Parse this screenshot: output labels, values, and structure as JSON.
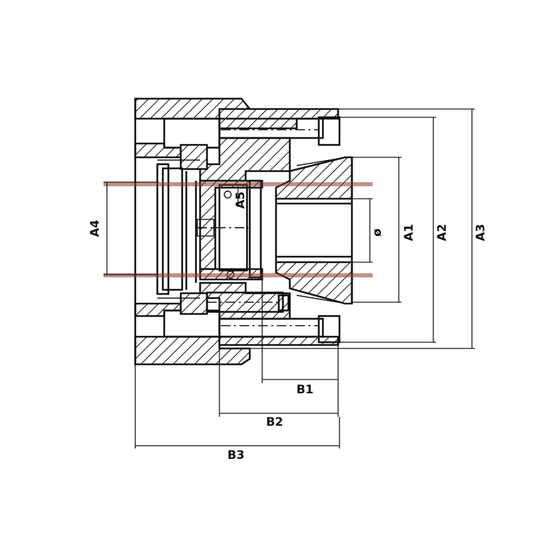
{
  "dimensions": {
    "A1": "A1",
    "A2": "A2",
    "A3": "A3",
    "A4": "A4",
    "A5": "A5",
    "phi": "ø",
    "B1": "B1",
    "B2": "B2",
    "B3": "B3"
  },
  "colors": {
    "line": "#111111",
    "background": "#ffffff",
    "centerline": "#8a3a2a"
  }
}
